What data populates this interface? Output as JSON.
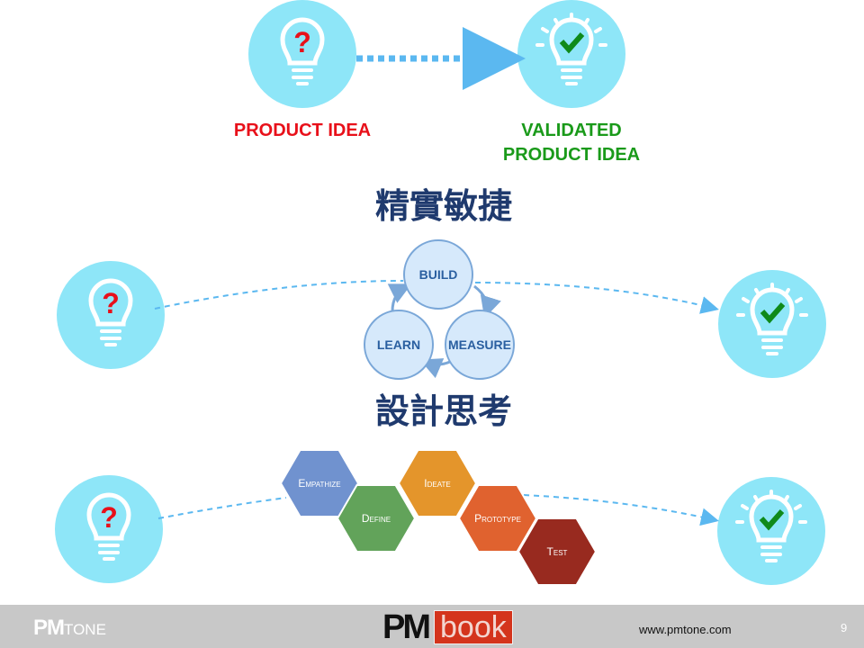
{
  "top": {
    "from_label": "PRODUCT IDEA",
    "to_label_line1": "VALIDATED",
    "to_label_line2": "PRODUCT IDEA"
  },
  "lean": {
    "title": "精實敏捷",
    "steps": [
      "BUILD",
      "MEASURE",
      "LEARN"
    ]
  },
  "design": {
    "title": "設計思考",
    "steps": [
      "Empathize",
      "Define",
      "Ideate",
      "Prototype",
      "Test"
    ]
  },
  "colors": {
    "circle": "#8ee6f8",
    "red": "#e8101a",
    "green": "#1a9a1a",
    "title": "#1f3a6e",
    "arrow": "#5bb8f0"
  },
  "footer": {
    "brand": "PM",
    "brand_suffix": "TONE",
    "logo_pm": "PM",
    "logo_book": "book",
    "url": "www.pmtone.com",
    "page": "9"
  }
}
